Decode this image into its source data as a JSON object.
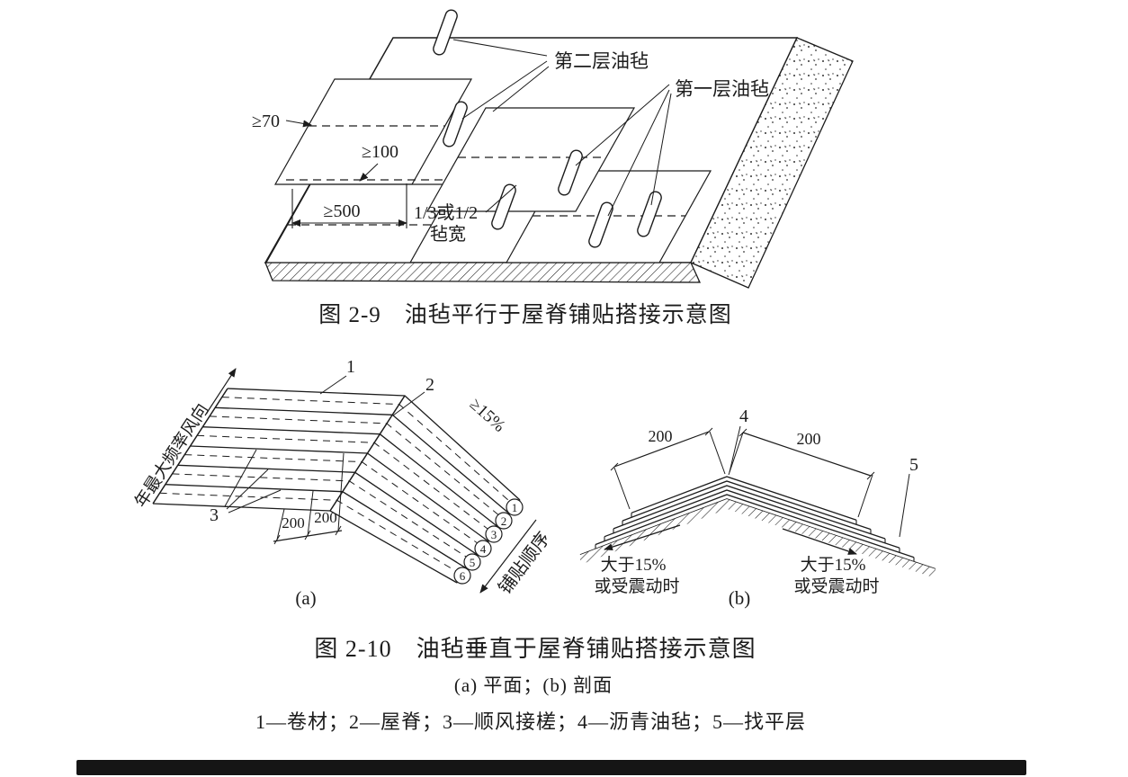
{
  "page": {
    "background": "#ffffff",
    "ink_color": "#1c1c1c"
  },
  "figure_2_9": {
    "caption": "图 2-9　油毡平行于屋脊铺贴搭接示意图",
    "labels": {
      "second_layer": "第二层油毡",
      "first_layer": "第一层油毡"
    },
    "dimensions": {
      "min_70": "≥70",
      "min_100": "≥100",
      "min_500": "≥500",
      "overlap_width_line1": "1/3或1/2",
      "overlap_width_line2": "毡宽"
    }
  },
  "figure_2_10": {
    "caption": "图 2-10　油毡垂直于屋脊铺贴搭接示意图",
    "subcaption": "(a) 平面；(b) 剖面",
    "legend": "1—卷材；2—屋脊；3—顺风接槎；4—沥青油毡；5—找平层",
    "plan": {
      "sublabel": "(a)",
      "wind_label": "年最大频率风向",
      "slope_label": "≥15%",
      "order_label": "铺贴顺序",
      "callout_1": "1",
      "callout_2": "2",
      "callout_3": "3",
      "dim_200_a": "200",
      "dim_200_b": "200",
      "sequence": [
        "1",
        "2",
        "3",
        "4",
        "5",
        "6"
      ]
    },
    "section": {
      "sublabel": "(b)",
      "dim_left": "200",
      "dim_right": "200",
      "callout_4": "4",
      "callout_5": "5",
      "note_left_line1": "大于15%",
      "note_left_line2": "或受震动时",
      "note_right_line1": "大于15%",
      "note_right_line2": "或受震动时"
    }
  }
}
